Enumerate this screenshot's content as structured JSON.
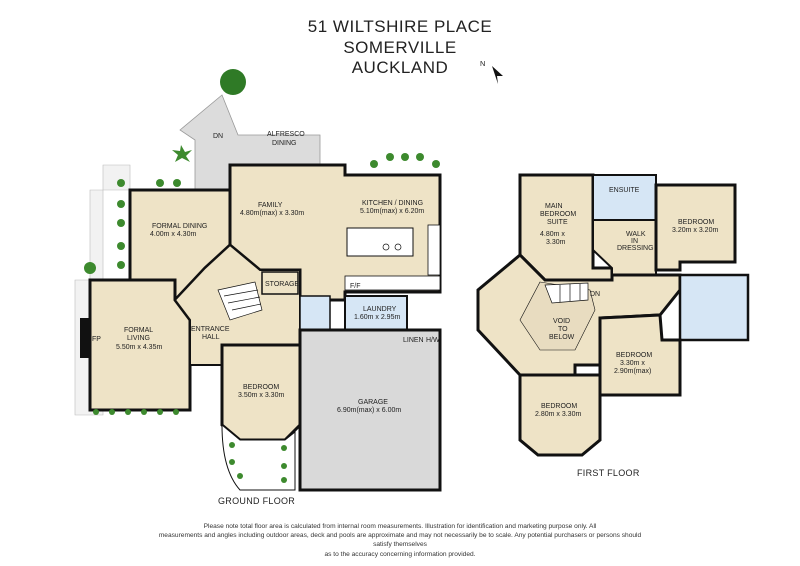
{
  "header": {
    "line1": "51 WILTSHIRE PLACE",
    "line2": "SOMERVILLE",
    "line3": "AUCKLAND"
  },
  "compass": {
    "label": "N"
  },
  "ground_floor": {
    "label": "GROUND FLOOR",
    "rooms": {
      "alfresco_name": "ALFRESCO",
      "alfresco_sub": "DINING",
      "dn": "DN",
      "family_name": "FAMILY",
      "family_dim": "4.80m(max) x 3.30m",
      "kitchen_name": "KITCHEN / DINING",
      "kitchen_dim": "5.10m(max) x 6.20m",
      "formal_dining_name": "FORMAL DINING",
      "formal_dining_dim": "4.00m x 4.30m",
      "storage": "STORAGE",
      "ff": "F/F",
      "laundry_name": "LAUNDRY",
      "laundry_dim": "1.60m x 2.95m",
      "linen": "LINEN",
      "hw": "H/W",
      "formal_living_name": "FORMAL",
      "formal_living_name2": "LIVING",
      "formal_living_dim": "5.50m x 4.35m",
      "fp": "FP",
      "entrance_name": "ENTRANCE",
      "entrance_name2": "HALL",
      "bedroom_name": "BEDROOM",
      "bedroom_dim": "3.50m x 3.30m",
      "garage_name": "GARAGE",
      "garage_dim": "6.90m(max) x 6.00m"
    }
  },
  "first_floor": {
    "label": "FIRST FLOOR",
    "rooms": {
      "ensuite": "ENSUITE",
      "main_name1": "MAIN",
      "main_name2": "BEDROOM",
      "main_name3": "SUITE",
      "main_dim1": "4.80m x",
      "main_dim2": "3.30m",
      "walk1": "WALK",
      "walk2": "IN",
      "walk3": "DRESSING",
      "bed_ne_name": "BEDROOM",
      "bed_ne_dim": "3.20m x 3.20m",
      "dn": "DN",
      "void1": "VOID",
      "void2": "TO",
      "void3": "BELOW",
      "bed_mid_name": "BEDROOM",
      "bed_mid_dim1": "3.30m x",
      "bed_mid_dim2": "2.90m(max)",
      "bed_s_name": "BEDROOM",
      "bed_s_dim": "2.80m x 3.30m"
    }
  },
  "disclaimer": {
    "line1": "Please note total floor area is calculated from internal room measurements. Illustration for identification and marketing purpose only. All",
    "line2": "measurements and angles including outdoor areas, deck and pools are approximate and may not necessarily be to scale. Any potential purchasers or persons should satisfy themselves",
    "line3": "as to the accuracy concerning information provided."
  },
  "colors": {
    "room_fill": "#eee3c6",
    "wet_fill": "#d6e6f5",
    "garage_fill": "#d9d9d9",
    "deck_fill": "#dcdcdc",
    "wall": "#111111",
    "plant": "#3d8a2e"
  }
}
